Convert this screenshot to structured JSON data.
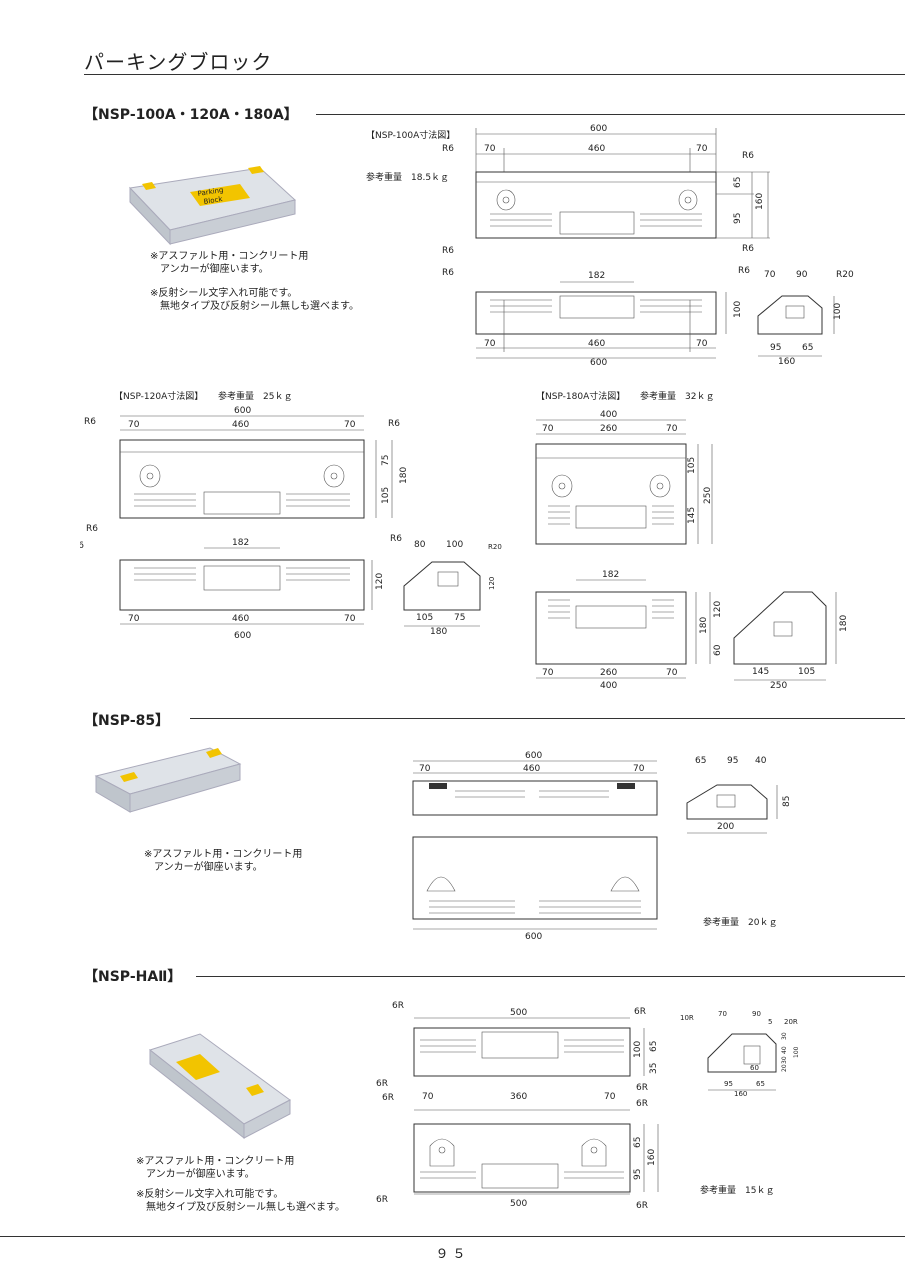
{
  "page_title": "パーキングブロック",
  "page_number": "９５",
  "sections": {
    "nsp100": {
      "heading": "【NSP-100A・120A・180A】",
      "note1": "※アスファルト用・コンクリート用\n　アンカーが御座います。",
      "note2": "※反射シール文字入れ可能です。\n　無地タイプ及び反射シール無しも選べます。",
      "block_label_1": "Parking",
      "block_label_2": "Block",
      "d100": {
        "caption": "【NSP-100A寸法図】",
        "weight": "参考重量　18.5ｋｇ",
        "top": {
          "w": "600",
          "l": "70",
          "m": "460",
          "r": "70",
          "h1": "65",
          "h2": "95",
          "h": "160",
          "r6": "R6"
        },
        "front": {
          "label": "182",
          "l": "70",
          "m": "460",
          "r": "70",
          "w": "600",
          "h": "100",
          "r6": "R6"
        },
        "side": {
          "a": "70",
          "b": "90",
          "r": "R20",
          "h": "100",
          "c": "95",
          "d": "65",
          "w": "160"
        }
      },
      "d120": {
        "caption": "【NSP-120A寸法図】",
        "weight": "参考重量　25ｋｇ",
        "top": {
          "w": "600",
          "l": "70",
          "m": "460",
          "r": "70",
          "h1": "75",
          "h2": "105",
          "h": "180",
          "r6": "R6"
        },
        "front": {
          "label": "182",
          "l": "70",
          "m": "460",
          "r": "70",
          "w": "600",
          "h": "120",
          "r6": "R6"
        },
        "side": {
          "a": "80",
          "b": "100",
          "r": "R20",
          "h": "120",
          "c": "105",
          "d": "75",
          "w": "180"
        }
      },
      "d180": {
        "caption": "【NSP-180A寸法図】",
        "weight": "参考重量　32ｋｇ",
        "top": {
          "w": "400",
          "l": "70",
          "m": "260",
          "r": "70",
          "h1": "105",
          "h2": "145",
          "h": "250"
        },
        "front": {
          "label": "182",
          "h1": "120",
          "h2": "60",
          "h": "180",
          "l": "70",
          "m": "260",
          "r": "70",
          "w": "400"
        },
        "side": {
          "h": "180",
          "c": "145",
          "d": "105",
          "w": "250"
        }
      }
    },
    "nsp85": {
      "heading": "【NSP-85】",
      "note1": "※アスファルト用・コンクリート用\n　アンカーが御座います。",
      "top": {
        "w": "600",
        "l": "70",
        "m": "460",
        "r": "70"
      },
      "bottom": {
        "w": "600"
      },
      "side": {
        "a": "65",
        "b": "95",
        "c": "40",
        "h": "85",
        "w": "200"
      },
      "weight": "参考重量　20ｋｇ"
    },
    "nspha": {
      "heading": "【NSP-HAⅡ】",
      "note1": "※アスファルト用・コンクリート用\n　アンカーが御座います。",
      "note2": "※反射シール文字入れ可能です。\n　無地タイプ及び反射シール無しも選べます。",
      "front": {
        "w": "500",
        "r6": "6R",
        "h": "100",
        "h1": "65",
        "h2": "35"
      },
      "mid": {
        "l": "70",
        "m": "360",
        "r": "70"
      },
      "top": {
        "w": "500",
        "h1": "65",
        "h2": "95",
        "h": "160"
      },
      "side": {
        "a": "70",
        "b": "90",
        "r1": "10R",
        "r2": "20R",
        "v1": "5",
        "v2": "30",
        "v3": "40",
        "v4": "30",
        "v5": "20",
        "inner": "60",
        "h": "100",
        "c": "95",
        "d": "65",
        "w": "160"
      },
      "weight": "参考重量　15ｋｇ"
    }
  }
}
